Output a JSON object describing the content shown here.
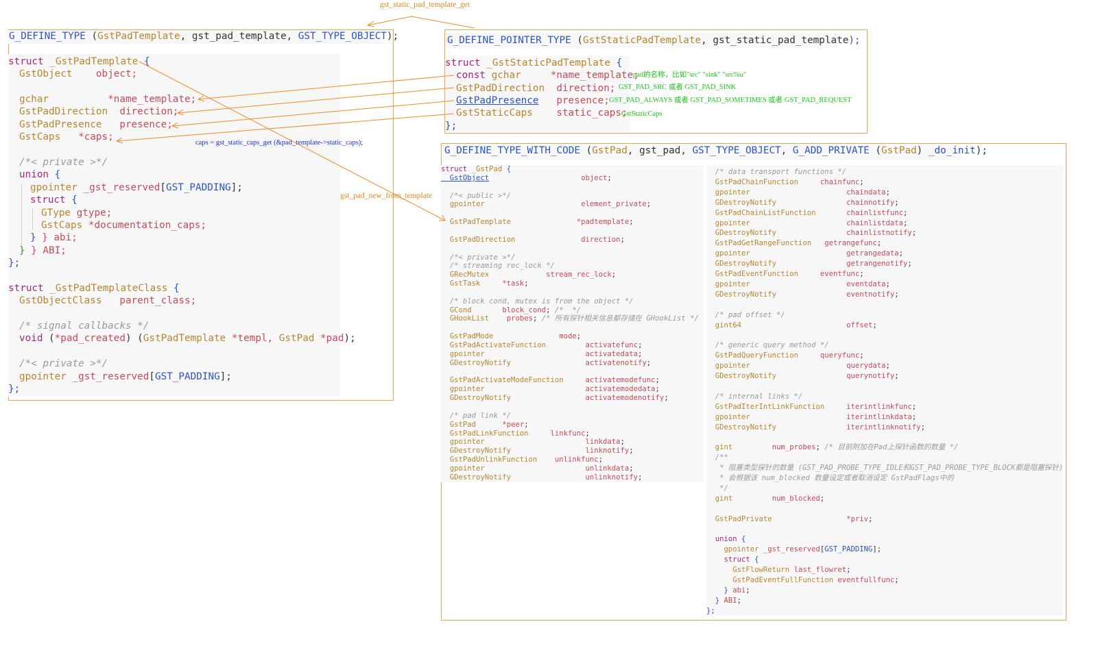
{
  "annotations": {
    "static_get": "gst_static_pad_template_get",
    "caps_get": "caps = gst_static_caps_get (&pad_template->static_caps);",
    "new_from_template": "gst_pad_new_from_template",
    "name_note": "pad的名称，比如\"src\" \"sink\" \"src%u\"",
    "direction_note": "GST_PAD_SRC 或者 GST_PAD_SINK",
    "presence_note": "GST_PAD_ALWAYS 或者 GST_PAD_SOMETIMES 或者 GST_PAD_REQUEST",
    "caps_note": "GstStaticCaps"
  },
  "template_box": {
    "define": [
      "G_DEFINE_TYPE",
      " (",
      "GstPadTemplate",
      ", gst_pad_template, ",
      "GST_TYPE_OBJECT",
      ");"
    ],
    "struct_kw": "struct",
    "struct_name": "_GstPadTemplate",
    "brace_open": " {",
    "object_type": "GstObject",
    "object_var": "object;",
    "name_type": "gchar",
    "name_var": "*name_template;",
    "direction_type": "GstPadDirection",
    "direction_var": "direction;",
    "presence_type": "GstPadPresence",
    "presence_var": "presence;",
    "caps_type": "GstCaps",
    "caps_var": "*caps;",
    "private_comment": "/*< private >*/",
    "union_kw": "union",
    "reserved_type": "gpointer",
    "reserved_var": "_gst_reserved",
    "padding": "GST_PADDING",
    "inner_struct_kw": "struct",
    "gtype_type": "GType",
    "gtype_var": "gtype;",
    "doc_caps_type": "GstCaps",
    "doc_caps_var": "*documentation_caps;",
    "abi_close": "} abi;",
    "abi_union_close": "} ABI;",
    "struct_close": "};",
    "class_name": "_GstPadTemplateClass",
    "class_parent_type": "GstObjectClass",
    "class_parent_var": "parent_class;",
    "signal_comment": "/* signal callbacks */",
    "void_kw": "void",
    "pad_created": "*pad_created",
    "templ_type": "GstPadTemplate",
    "templ_var": "*templ,",
    "pad_type": "GstPad",
    "pad_var": "*pad",
    "private_comment2": "/*< private >*/"
  },
  "static_box": {
    "define": [
      "G_DEFINE_POINTER_TYPE",
      " (",
      "GstStaticPadTemplate",
      ", gst_static_pad_template",
      ");"
    ],
    "struct_kw": "struct",
    "struct_name": "_GstStaticPadTemplate",
    "brace_open": " {",
    "const_kw": "const",
    "name_type": "gchar",
    "name_var": "*name_template;",
    "direction_type": "GstPadDirection",
    "direction_var": "direction;",
    "presence_type": "GstPadPresence",
    "presence_var": "presence;",
    "caps_type": "GstStaticCaps",
    "caps_var": "static_caps;",
    "struct_close": "};"
  },
  "pad_box": {
    "define": [
      "G_DEFINE_TYPE_WITH_CODE",
      " (",
      "GstPad",
      ", gst_pad, ",
      "GST_TYPE_OBJECT",
      ", ",
      "G_ADD_PRIVATE",
      " (",
      "GstPad",
      ") ",
      "_do_init",
      ");"
    ],
    "left_lines": [
      [
        [
          "kw",
          "struct "
        ],
        [
          "ty",
          "_GstPad"
        ],
        [
          "fn",
          " {"
        ]
      ],
      [
        [
          "fn und",
          "  GstObject"
        ],
        [
          "tx",
          "                     "
        ],
        [
          "va",
          "object"
        ],
        [
          "tx",
          ";"
        ]
      ],
      [],
      [
        [
          "cm",
          "  /*< public >*/"
        ]
      ],
      [
        [
          "ty",
          "  gpointer"
        ],
        [
          "tx",
          "                      "
        ],
        [
          "va",
          "element_private"
        ],
        [
          "tx",
          ";"
        ]
      ],
      [],
      [
        [
          "ty",
          "  GstPadTemplate"
        ],
        [
          "tx",
          "               "
        ],
        [
          "va",
          "*padtemplate"
        ],
        [
          "tx",
          ";"
        ]
      ],
      [],
      [
        [
          "ty",
          "  GstPadDirection"
        ],
        [
          "tx",
          "               "
        ],
        [
          "va",
          "direction"
        ],
        [
          "tx",
          ";"
        ]
      ],
      [],
      [
        [
          "cm",
          "  /*< private >*/"
        ]
      ],
      [
        [
          "cm",
          "  /* streaming rec_lock */"
        ]
      ],
      [
        [
          "ty",
          "  GRecMutex"
        ],
        [
          "tx",
          "             "
        ],
        [
          "va",
          "stream_rec_lock"
        ],
        [
          "tx",
          ";"
        ]
      ],
      [
        [
          "ty",
          "  GstTask"
        ],
        [
          "tx",
          "     "
        ],
        [
          "va",
          "*task"
        ],
        [
          "tx",
          ";"
        ]
      ],
      [],
      [
        [
          "cm",
          "  /* block cond, mutex is from the object */"
        ]
      ],
      [
        [
          "ty",
          "  GCond"
        ],
        [
          "tx",
          "       "
        ],
        [
          "va",
          "block_cond"
        ],
        [
          "tx",
          "; "
        ],
        [
          "cm",
          "/*  */"
        ]
      ],
      [
        [
          "ty",
          "  GHookList"
        ],
        [
          "tx",
          "    "
        ],
        [
          "va",
          "probes"
        ],
        [
          "tx",
          "; "
        ],
        [
          "cm",
          "/* 所有探针相关信息都存储在 GHookList */"
        ]
      ],
      [],
      [
        [
          "ty",
          "  GstPadMode"
        ],
        [
          "tx",
          "               "
        ],
        [
          "va",
          "mode"
        ],
        [
          "tx",
          ";"
        ]
      ],
      [
        [
          "ty",
          "  GstPadActivateFunction"
        ],
        [
          "tx",
          "         "
        ],
        [
          "va",
          "activatefunc"
        ],
        [
          "tx",
          ";"
        ]
      ],
      [
        [
          "ty",
          "  gpointer"
        ],
        [
          "tx",
          "                       "
        ],
        [
          "va",
          "activatedata"
        ],
        [
          "tx",
          ";"
        ]
      ],
      [
        [
          "ty",
          "  GDestroyNotify"
        ],
        [
          "tx",
          "                 "
        ],
        [
          "va",
          "activatenotify"
        ],
        [
          "tx",
          ";"
        ]
      ],
      [],
      [
        [
          "ty",
          "  GstPadActivateModeFunction"
        ],
        [
          "tx",
          "     "
        ],
        [
          "va",
          "activatemodefunc"
        ],
        [
          "tx",
          ";"
        ]
      ],
      [
        [
          "ty",
          "  gpointer"
        ],
        [
          "tx",
          "                       "
        ],
        [
          "va",
          "activatemodedata"
        ],
        [
          "tx",
          ";"
        ]
      ],
      [
        [
          "ty",
          "  GDestroyNotify"
        ],
        [
          "tx",
          "                 "
        ],
        [
          "va",
          "activatemodenotify"
        ],
        [
          "tx",
          ";"
        ]
      ],
      [],
      [
        [
          "cm",
          "  /* pad link */"
        ]
      ],
      [
        [
          "ty",
          "  GstPad"
        ],
        [
          "tx",
          "      "
        ],
        [
          "va",
          "*peer"
        ],
        [
          "tx",
          ";"
        ]
      ],
      [
        [
          "ty",
          "  GstPadLinkFunction"
        ],
        [
          "tx",
          "     "
        ],
        [
          "va",
          "linkfunc"
        ],
        [
          "tx",
          ";"
        ]
      ],
      [
        [
          "ty",
          "  gpointer"
        ],
        [
          "tx",
          "                       "
        ],
        [
          "va",
          "linkdata"
        ],
        [
          "tx",
          ";"
        ]
      ],
      [
        [
          "ty",
          "  GDestroyNotify"
        ],
        [
          "tx",
          "                 "
        ],
        [
          "va",
          "linknotify"
        ],
        [
          "tx",
          ";"
        ]
      ],
      [
        [
          "ty",
          "  GstPadUnlinkFunction"
        ],
        [
          "tx",
          "    "
        ],
        [
          "va",
          "unlinkfunc"
        ],
        [
          "tx",
          ";"
        ]
      ],
      [
        [
          "ty",
          "  gpointer"
        ],
        [
          "tx",
          "                       "
        ],
        [
          "va",
          "unlinkdata"
        ],
        [
          "tx",
          ";"
        ]
      ],
      [
        [
          "ty",
          "  GDestroyNotify"
        ],
        [
          "tx",
          "                 "
        ],
        [
          "va",
          "unlinknotify"
        ],
        [
          "tx",
          ";"
        ]
      ]
    ],
    "right_lines": [
      [
        [
          "cm",
          "  /* data transport functions */"
        ]
      ],
      [
        [
          "ty",
          "  GstPadChainFunction"
        ],
        [
          "tx",
          "     "
        ],
        [
          "va",
          "chainfunc"
        ],
        [
          "tx",
          ";"
        ]
      ],
      [
        [
          "ty",
          "  gpointer"
        ],
        [
          "tx",
          "                      "
        ],
        [
          "va",
          "chaindata"
        ],
        [
          "tx",
          ";"
        ]
      ],
      [
        [
          "ty",
          "  GDestroyNotify"
        ],
        [
          "tx",
          "                "
        ],
        [
          "va",
          "chainnotify"
        ],
        [
          "tx",
          ";"
        ]
      ],
      [
        [
          "ty",
          "  GstPadChainListFunction"
        ],
        [
          "tx",
          "       "
        ],
        [
          "va",
          "chainlistfunc"
        ],
        [
          "tx",
          ";"
        ]
      ],
      [
        [
          "ty",
          "  gpointer"
        ],
        [
          "tx",
          "                      "
        ],
        [
          "va",
          "chainlistdata"
        ],
        [
          "tx",
          ";"
        ]
      ],
      [
        [
          "ty",
          "  GDestroyNotify"
        ],
        [
          "tx",
          "                "
        ],
        [
          "va",
          "chainlistnotify"
        ],
        [
          "tx",
          ";"
        ]
      ],
      [
        [
          "ty",
          "  GstPadGetRangeFunction"
        ],
        [
          "tx",
          "   "
        ],
        [
          "va",
          "getrangefunc"
        ],
        [
          "tx",
          ";"
        ]
      ],
      [
        [
          "ty",
          "  gpointer"
        ],
        [
          "tx",
          "                      "
        ],
        [
          "va",
          "getrangedata"
        ],
        [
          "tx",
          ";"
        ]
      ],
      [
        [
          "ty",
          "  GDestroyNotify"
        ],
        [
          "tx",
          "                "
        ],
        [
          "va",
          "getrangenotify"
        ],
        [
          "tx",
          ";"
        ]
      ],
      [
        [
          "ty",
          "  GstPadEventFunction"
        ],
        [
          "tx",
          "     "
        ],
        [
          "va",
          "eventfunc"
        ],
        [
          "tx",
          ";"
        ]
      ],
      [
        [
          "ty",
          "  gpointer"
        ],
        [
          "tx",
          "                      "
        ],
        [
          "va",
          "eventdata"
        ],
        [
          "tx",
          ";"
        ]
      ],
      [
        [
          "ty",
          "  GDestroyNotify"
        ],
        [
          "tx",
          "                "
        ],
        [
          "va",
          "eventnotify"
        ],
        [
          "tx",
          ";"
        ]
      ],
      [],
      [
        [
          "cm",
          "  /* pad offset */"
        ]
      ],
      [
        [
          "ty",
          "  gint64"
        ],
        [
          "tx",
          "                        "
        ],
        [
          "va",
          "offset"
        ],
        [
          "tx",
          ";"
        ]
      ],
      [],
      [
        [
          "cm",
          "  /* generic query method */"
        ]
      ],
      [
        [
          "ty",
          "  GstPadQueryFunction"
        ],
        [
          "tx",
          "     "
        ],
        [
          "va",
          "queryfunc"
        ],
        [
          "tx",
          ";"
        ]
      ],
      [
        [
          "ty",
          "  gpointer"
        ],
        [
          "tx",
          "                      "
        ],
        [
          "va",
          "querydata"
        ],
        [
          "tx",
          ";"
        ]
      ],
      [
        [
          "ty",
          "  GDestroyNotify"
        ],
        [
          "tx",
          "                "
        ],
        [
          "va",
          "querynotify"
        ],
        [
          "tx",
          ";"
        ]
      ],
      [],
      [
        [
          "cm",
          "  /* internal links */"
        ]
      ],
      [
        [
          "ty",
          "  GstPadIterIntLinkFunction"
        ],
        [
          "tx",
          "     "
        ],
        [
          "va",
          "iterintlinkfunc"
        ],
        [
          "tx",
          ";"
        ]
      ],
      [
        [
          "ty",
          "  gpointer"
        ],
        [
          "tx",
          "                      "
        ],
        [
          "va",
          "iterintlinkdata"
        ],
        [
          "tx",
          ";"
        ]
      ],
      [
        [
          "ty",
          "  GDestroyNotify"
        ],
        [
          "tx",
          "                "
        ],
        [
          "va",
          "iterintlinknotify"
        ],
        [
          "tx",
          ";"
        ]
      ],
      [],
      [
        [
          "ty",
          "  gint"
        ],
        [
          "tx",
          "         "
        ],
        [
          "va",
          "num_probes"
        ],
        [
          "tx",
          "; "
        ],
        [
          "cm",
          "/* 目前附加在Pad上探针函数的数量 */"
        ]
      ],
      [
        [
          "cm",
          "  /**"
        ]
      ],
      [
        [
          "cm",
          "   * 阻塞类型探针的数量 (GST_PAD_PROBE_TYPE_IDLE和GST_PAD_PROBE_TYPE_BLOCK都是阻塞探针)"
        ]
      ],
      [
        [
          "cm",
          "   * 会根据该 num_blocked 数量设定或者取消设定 GstPadFlags中的"
        ]
      ],
      [
        [
          "cm",
          "   */"
        ]
      ],
      [
        [
          "ty",
          "  gint"
        ],
        [
          "tx",
          "         "
        ],
        [
          "va",
          "num_blocked"
        ],
        [
          "tx",
          ";"
        ]
      ],
      [],
      [
        [
          "ty",
          "  GstPadPrivate"
        ],
        [
          "tx",
          "                 "
        ],
        [
          "va",
          "*priv"
        ],
        [
          "tx",
          ";"
        ]
      ],
      [],
      [
        [
          "kw",
          "  union"
        ],
        [
          "fn",
          " {"
        ]
      ],
      [
        [
          "ty",
          "    gpointer"
        ],
        [
          "va",
          " _gst_reserved"
        ],
        [
          "tx",
          "["
        ],
        [
          "fn",
          "GST_PADDING"
        ],
        [
          "tx",
          "];"
        ]
      ],
      [
        [
          "kw",
          "    struct"
        ],
        [
          "fn",
          " {"
        ]
      ],
      [
        [
          "ty",
          "      GstFlowReturn"
        ],
        [
          "va",
          " last_flowret"
        ],
        [
          "tx",
          ";"
        ]
      ],
      [
        [
          "ty",
          "      GstPadEventFullFunction"
        ],
        [
          "va",
          " eventfullfunc"
        ],
        [
          "tx",
          ";"
        ]
      ],
      [
        [
          "fn",
          "    } "
        ],
        [
          "va",
          "abi"
        ],
        [
          "tx",
          ";"
        ]
      ],
      [
        [
          "fn",
          "  } "
        ],
        [
          "va",
          "ABI"
        ],
        [
          "tx",
          ";"
        ]
      ],
      [
        [
          "fn",
          "};"
        ]
      ]
    ]
  }
}
